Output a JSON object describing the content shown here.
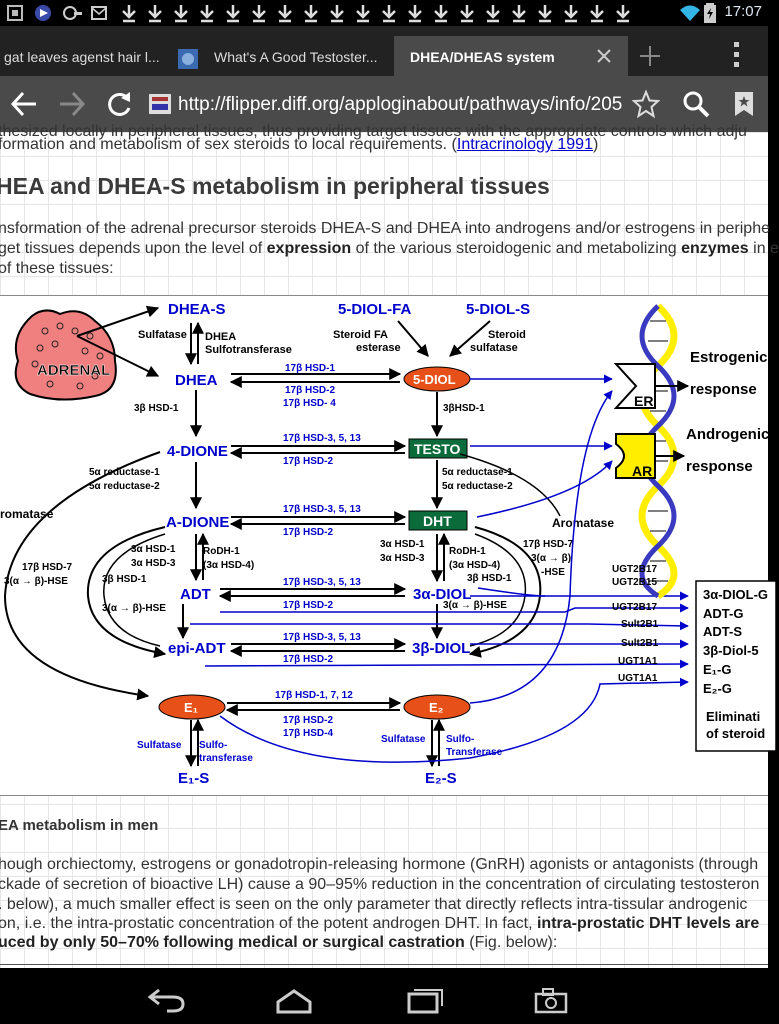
{
  "status_bar": {
    "time": "17:07",
    "download_count": 20,
    "colors": {
      "wifi": "#33b5e5"
    }
  },
  "tabs": [
    {
      "label": "gat leaves agenst hair l...",
      "active": false
    },
    {
      "label": "What's A Good Testoster...",
      "active": false
    },
    {
      "label": "DHEA/DHEAS system",
      "active": true
    }
  ],
  "toolbar": {
    "url": "http://flipper.diff.org/apploginabout/pathways/info/205"
  },
  "article": {
    "intro_line1": "thesized locally in peripheral tissues, thus providing target tissues with the appropriate controls which adju",
    "intro_line2": "formation and metabolism of sex steroids to local requirements. (",
    "intro_link": "Intracrinology 1991",
    "intro_line2_end": ")",
    "heading": "HEA and DHEA-S metabolism in peripheral tissues",
    "para1_line1": "nsformation of the adrenal precursor steroids DHEA-S and DHEA into androgens and/or estrogens in periphe",
    "para1_line2_a": "get tissues depends upon the level of ",
    "para1_line2_b": "expression",
    "para1_line2_c": " of the various steroidogenic and metabolizing ",
    "para1_line2_d": "enzymes",
    "para1_line2_e": " in e",
    "para1_line3": " of these tissues:",
    "heading2": "EA metabolism in men",
    "para2_line1": "hough orchiectomy, estrogens or gonadotropin-releasing hormone (GnRH) agonists or antagonists (through",
    "para2_line2": "ckade of secretion of bioactive LH) cause a 90–95% reduction in the concentration of circulating testosteron",
    "para2_line3": ". below), a much smaller effect is seen on the only parameter that directly reflects intra-tissular androgenic",
    "para2_line4": "on, i.e. the intra-prostatic concentration of the potent androgen DHT. In fact, ",
    "para2_line4_bold": "intra-prostatic DHT levels are",
    "para2_line5_bold": "uced by only 50–70% following medical or surgical castration",
    "para2_line5_end": " (Fig. below):"
  },
  "diagram": {
    "colors": {
      "blue": "#0000cc",
      "orange": "#e8501a",
      "green": "#0b6b3a",
      "yellow": "#ffee00",
      "adrenal": "#f08080"
    },
    "adrenal": "ADRENAL",
    "dhea_s": "DHEA-S",
    "diol_fa": "5-DIOL-FA",
    "diol_s": "5-DIOL-S",
    "sulfatase": "Sulfatase",
    "dhea_sulfo_1": "DHEA",
    "dhea_sulfo_2": "Sulfotransferase",
    "steroid_fa_1": "Steroid FA",
    "steroid_fa_2": "esterase",
    "steroid_sulf_1": "Steroid",
    "steroid_sulf_2": "sulfatase",
    "dhea": "DHEA",
    "diol5": "5-DIOL",
    "hsd_dhea_top": "17β  HSD-1",
    "hsd_dhea_b1": "17β  HSD-2",
    "hsd_dhea_b2": "17β  HSD- 4",
    "hsd3b1_left": "3β  HSD-1",
    "hsd3b1_right": "3βHSD-1",
    "dione4": "4-DIONE",
    "testo": "TESTO",
    "hsd_dione_top": "17β  HSD-3, 5, 13",
    "hsd_dione_bot": "17β  HSD-2",
    "red1_l": "5α  reductase-1",
    "red2_l": "5α  reductase-2",
    "red1_r": "5α  reductase-1",
    "red2_r": "5α  reductase-2",
    "aromatase_left": "romatase",
    "adione": "A-DIONE",
    "dht": "DHT",
    "hsd_adione_top": "17β  HSD-3, 5, 13",
    "hsd_adione_bot": "17β  HSD-2",
    "aromatase_right": "Aromatase",
    "hsd_a1_l": "3α HSD-1",
    "hsd_a3_l": "3α HSD-3",
    "hsdb1_l": "3β  HSD-1",
    "rodh_l1": "RoDH-1",
    "rodh_l2": "(3α HSD-4)",
    "hsd_a1_r": "3α HSD-1",
    "hsd_a3_r": "3α HSD-3",
    "rodh_r1": "RoDH-1",
    "rodh_r2": "(3α HSD-4)",
    "hsdb1_r": "3β  HSD-1",
    "hsd7_l1": "17β HSD-7",
    "hsd7_l2": "3(α → β)-HSE",
    "hsd7_r1": "17β HSD-7",
    "hsd7_r2": "3(α → β)",
    "hsd7_r3": "-HSE",
    "hse_adt": "3(α → β)-HSE",
    "hse_diol": "3(α → β)-HSE",
    "adt": "ADT",
    "adiol": "3α-DIOL",
    "hsd_adt_top": "17β  HSD-3, 5, 13",
    "hsd_adt_bot": "17β  HSD-2",
    "epiadt": "epi-ADT",
    "bdiol": "3β-DIOL",
    "hsd_epi_top": "17β  HSD-3, 5, 13",
    "hsd_epi_bot": "17β  HSD-2",
    "e1": "E₁",
    "e2": "E₂",
    "hsd_e_top": "17β  HSD-1, 7, 12",
    "hsd_e_b1": "17β  HSD-2",
    "hsd_e_b2": "17β  HSD-4",
    "sulf_e1": "Sulfatase",
    "sulfo_e1_1": "Sulfo-",
    "sulfo_e1_2": "transferase",
    "sulf_e2": "Sulfatase",
    "sulfo_e2_1": "Sulfo-",
    "sulfo_e2_2": "Transferase",
    "e1s": "E₁-S",
    "e2s": "E₂-S",
    "er": "ER",
    "ar": "AR",
    "est_1": "Estrogenic",
    "est_2": "response",
    "and_1": "Androgenic",
    "and_2": "response",
    "ugt2b17": "UGT2B17",
    "ugt2b15": "UGT2B15",
    "ugt2b17b": "UGT2B17",
    "sult2b1": "Sult2B1",
    "sult2b1b": "Sult2B1",
    "ugt1a1": "UGT1A1",
    "ugt1a1b": "UGT1A1",
    "out1": "3α-DIOL-G",
    "out2": "ADT-G",
    "out3": "ADT-S",
    "out4": "3β-Diol-5",
    "out5": "E₁-G",
    "out6": "E₂-G",
    "elim1": "Eliminati",
    "elim2": "of steroid"
  }
}
